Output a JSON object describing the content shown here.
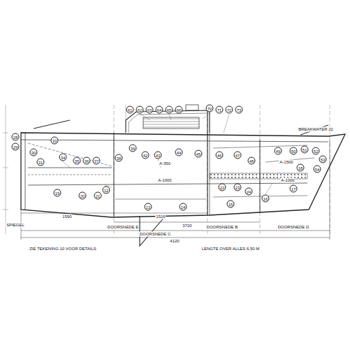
{
  "diagram": {
    "labels": [
      "61",
      "62",
      "63",
      "64",
      "65",
      "66",
      "70",
      "71",
      "72",
      "73",
      "28",
      "29",
      "30",
      "31",
      "33",
      "34",
      "35",
      "36",
      "37",
      "38",
      "39",
      "42",
      "43",
      "44",
      "45",
      "46",
      "47",
      "48",
      "49",
      "50",
      "51",
      "52",
      "53",
      "54",
      "12",
      "13",
      "14",
      "15",
      "16",
      "17",
      "18",
      "19",
      "20",
      "21",
      "22",
      "23",
      "24",
      "A-350",
      "A-1000",
      "A-1000",
      "A-1500",
      "BREAKWATER 22",
      "1590",
      "1516",
      "3720",
      "4120",
      "DOORSNEDE E",
      "DOORSNEDE C",
      "DOORSNEDE B",
      "DOORSNEDE D",
      "SPIEGEL",
      "ZIE TEKENING 10 VOOR DETAILS",
      "LENGTE OVER ALLES 6,50 M"
    ]
  }
}
